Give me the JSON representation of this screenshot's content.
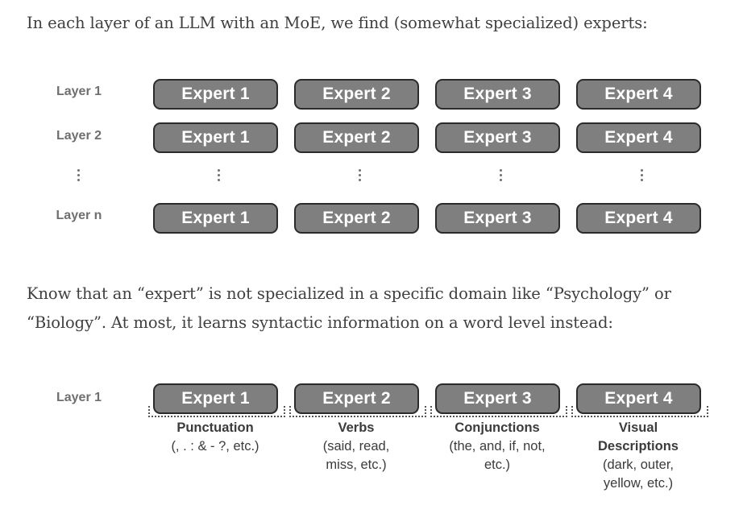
{
  "intro_text": "In each layer of an LLM with an MoE, we find (somewhat specialized) experts:",
  "diagram1": {
    "layers": [
      {
        "label": "Layer 1",
        "experts": [
          "Expert 1",
          "Expert 2",
          "Expert 3",
          "Expert 4"
        ]
      },
      {
        "label": "Layer 2",
        "experts": [
          "Expert 1",
          "Expert 2",
          "Expert 3",
          "Expert 4"
        ]
      },
      {
        "label": "Layer n",
        "experts": [
          "Expert 1",
          "Expert 2",
          "Expert 3",
          "Expert 4"
        ]
      }
    ]
  },
  "explanation_text": {
    "line1": "Know that an “expert” is not specialized in a specific domain like “Psychology” or",
    "line2": "“Biology”. At most, it learns syntactic information on a word level instead:"
  },
  "diagram2": {
    "layer_label": "Layer 1",
    "experts": [
      {
        "label": "Expert 1",
        "specialization": "Punctuation",
        "examples": "(, . : & - ?, etc.)"
      },
      {
        "label": "Expert 2",
        "specialization": "Verbs",
        "examples": "(said, read,\nmiss, etc.)"
      },
      {
        "label": "Expert 3",
        "specialization": "Conjunctions",
        "examples": "(the, and, if, not,\netc.)"
      },
      {
        "label": "Expert 4",
        "specialization": "Visual\nDescriptions",
        "examples": "(dark, outer,\nyellow, etc.)"
      }
    ]
  },
  "colors": {
    "expert_fill": "#7f7f7f",
    "expert_border": "#2b2b2b",
    "label_gray": "#6f6f6f",
    "text": "#3f3f3f"
  }
}
